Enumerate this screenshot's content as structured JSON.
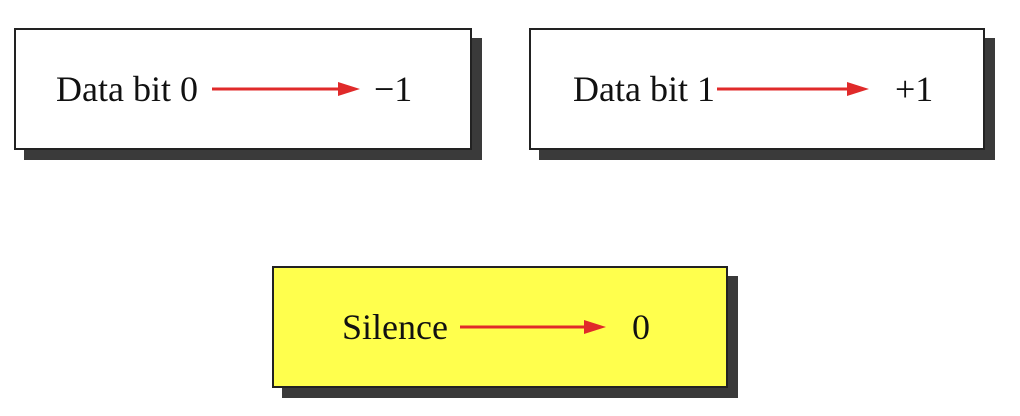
{
  "colors": {
    "arrow": "#e02a2a",
    "box_border": "#222222",
    "box_shadow": "#3a3a3a",
    "box_fill_default": "#ffffff",
    "box_fill_silence": "#ffff4d"
  },
  "mappings": [
    {
      "input": "Data bit 0",
      "output": "−1",
      "icon": "right-arrow-icon"
    },
    {
      "input": "Data bit 1",
      "output": "+1",
      "icon": "right-arrow-icon"
    },
    {
      "input": "Silence",
      "output": "0",
      "icon": "right-arrow-icon"
    }
  ]
}
